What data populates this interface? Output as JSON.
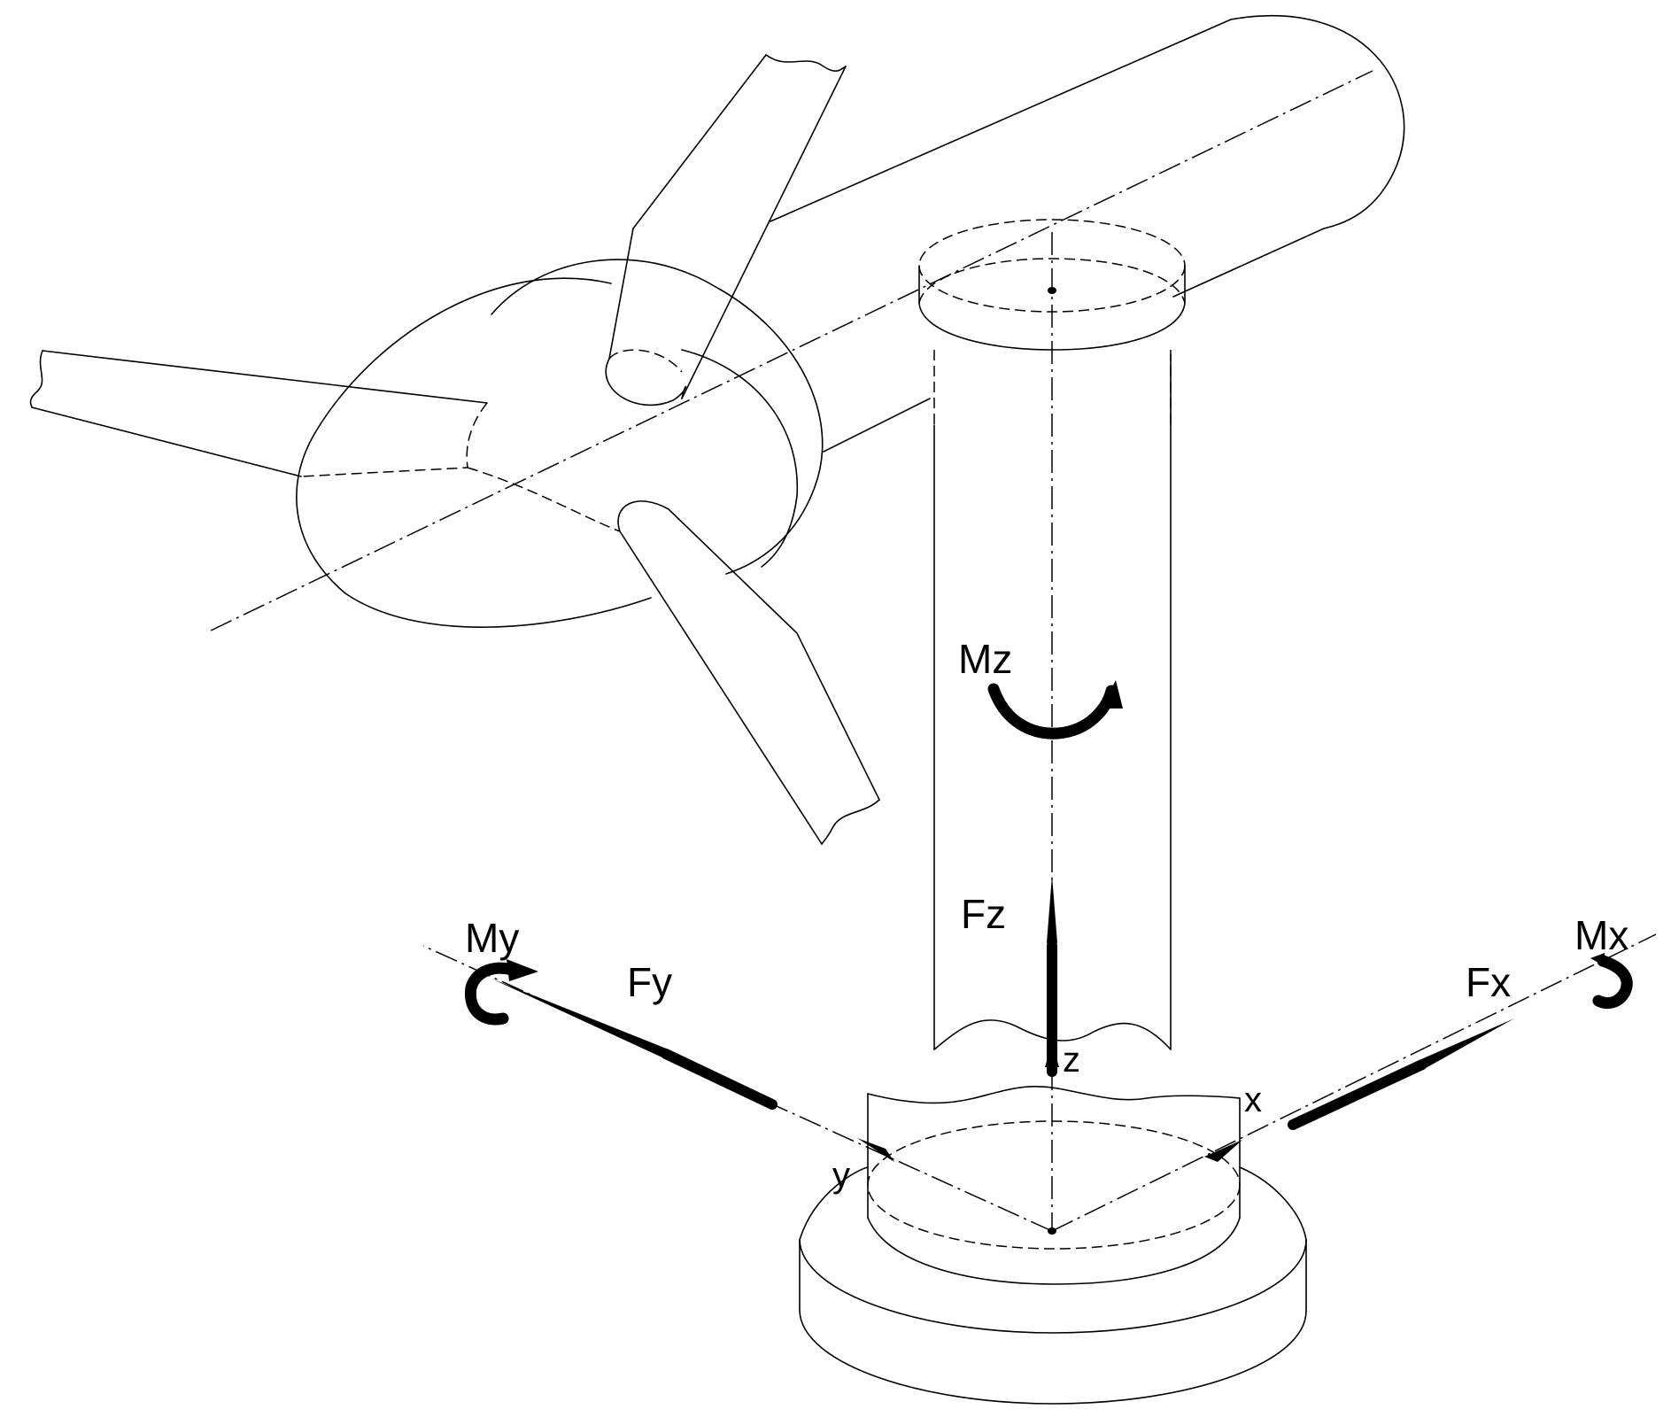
{
  "labels": {
    "mz": "Mz",
    "fz": "Fz",
    "z": "z",
    "my": "My",
    "fy": "Fy",
    "y": "y",
    "mx": "Mx",
    "fx": "Fx",
    "x": "x"
  }
}
